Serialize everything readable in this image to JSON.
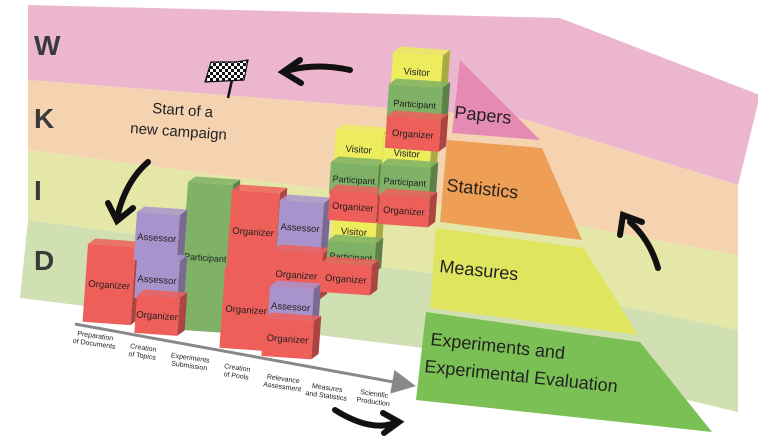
{
  "layers": [
    {
      "letter": "W",
      "color": "#ecb6cf"
    },
    {
      "letter": "K",
      "color": "#f5d3b1"
    },
    {
      "letter": "I",
      "color": "#e4e7a7"
    },
    {
      "letter": "D",
      "color": "#d1e0b3"
    }
  ],
  "pyramid": [
    {
      "label": "Papers",
      "color": "#e58bb3"
    },
    {
      "label": "Statistics",
      "color": "#ee9f55"
    },
    {
      "label": "Measures",
      "color": "#dfe55f"
    },
    {
      "label_line1": "Experiments and",
      "label_line2": "Experimental Evaluation",
      "color": "#7bc055"
    }
  ],
  "annotation": {
    "line1": "Start of  a",
    "line2": "new campaign"
  },
  "icons": {
    "flag": "checkered-flag-icon"
  },
  "roles": {
    "organizer": "Organizer",
    "assessor": "Assessor",
    "participant": "Participant",
    "visitor": "Visitor"
  },
  "role_colors": {
    "organizer": "#ef5f5a",
    "assessor": "#a993cc",
    "participant": "#7fb266",
    "visitor": "#ecec5c"
  },
  "phases": [
    {
      "line1": "Preparation",
      "line2": "of Documents"
    },
    {
      "line1": "Creation",
      "line2": "of Topics"
    },
    {
      "line1": "Experiments",
      "line2": "Submission"
    },
    {
      "line1": "Creation",
      "line2": "of Pools"
    },
    {
      "line1": "Relevance",
      "line2": "Assessment"
    },
    {
      "line1": "Measures",
      "line2": "and Statistics"
    },
    {
      "line1": "Scientific",
      "line2": "Production"
    }
  ]
}
